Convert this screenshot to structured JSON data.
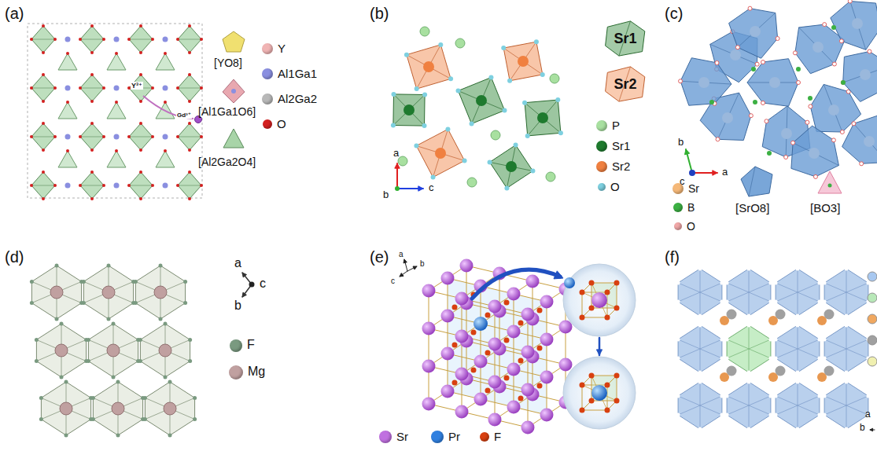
{
  "diagram": {
    "nodes": [
      {
        "text": [
          "Sr1"
        ]
      },
      {
        "text": [
          "Sr2"
        ]
      }
    ],
    "labels": [
      "(a)",
      "[YO8]",
      "[Al1Ga1O6]",
      "[Al2Ga2O4]",
      "Y³⁺",
      "Gd³⁺",
      "(b)",
      "a",
      "b",
      "c",
      "(c)",
      "b",
      "c",
      "a",
      "[SrO8]",
      "[BO3]",
      "(d)",
      "a",
      "b",
      "c",
      "(e)",
      "a",
      "b",
      "c",
      "(f)",
      "a",
      "b"
    ],
    "legend": [
      {
        "text": "Y",
        "color": "#f0b4b4"
      },
      {
        "text": "Al1Ga1",
        "color": "#8a8fe0"
      },
      {
        "text": "Al2Ga2",
        "color": "#b8b8b8"
      },
      {
        "text": "O",
        "color": "#d42020"
      },
      {
        "text": "P",
        "color": "#a8e0a0"
      },
      {
        "text": "Sr1",
        "color": "#1e7a2e"
      },
      {
        "text": "Sr2",
        "color": "#f08040"
      },
      {
        "text": "O",
        "color": "#7ed0e0"
      },
      {
        "text": "Sr",
        "color": "#f5b878"
      },
      {
        "text": "B",
        "color": "#3cb043"
      },
      {
        "text": "O",
        "color": "#f0a8a8"
      },
      {
        "text": "F",
        "color": "#7a9a80"
      },
      {
        "text": "Mg",
        "color": "#c0a0a0"
      },
      {
        "text": "Sr",
        "color": "#c070e0"
      },
      {
        "text": "Pr",
        "color": "#3080e0"
      },
      {
        "text": "F",
        "color": "#d84010"
      }
    ]
  }
}
